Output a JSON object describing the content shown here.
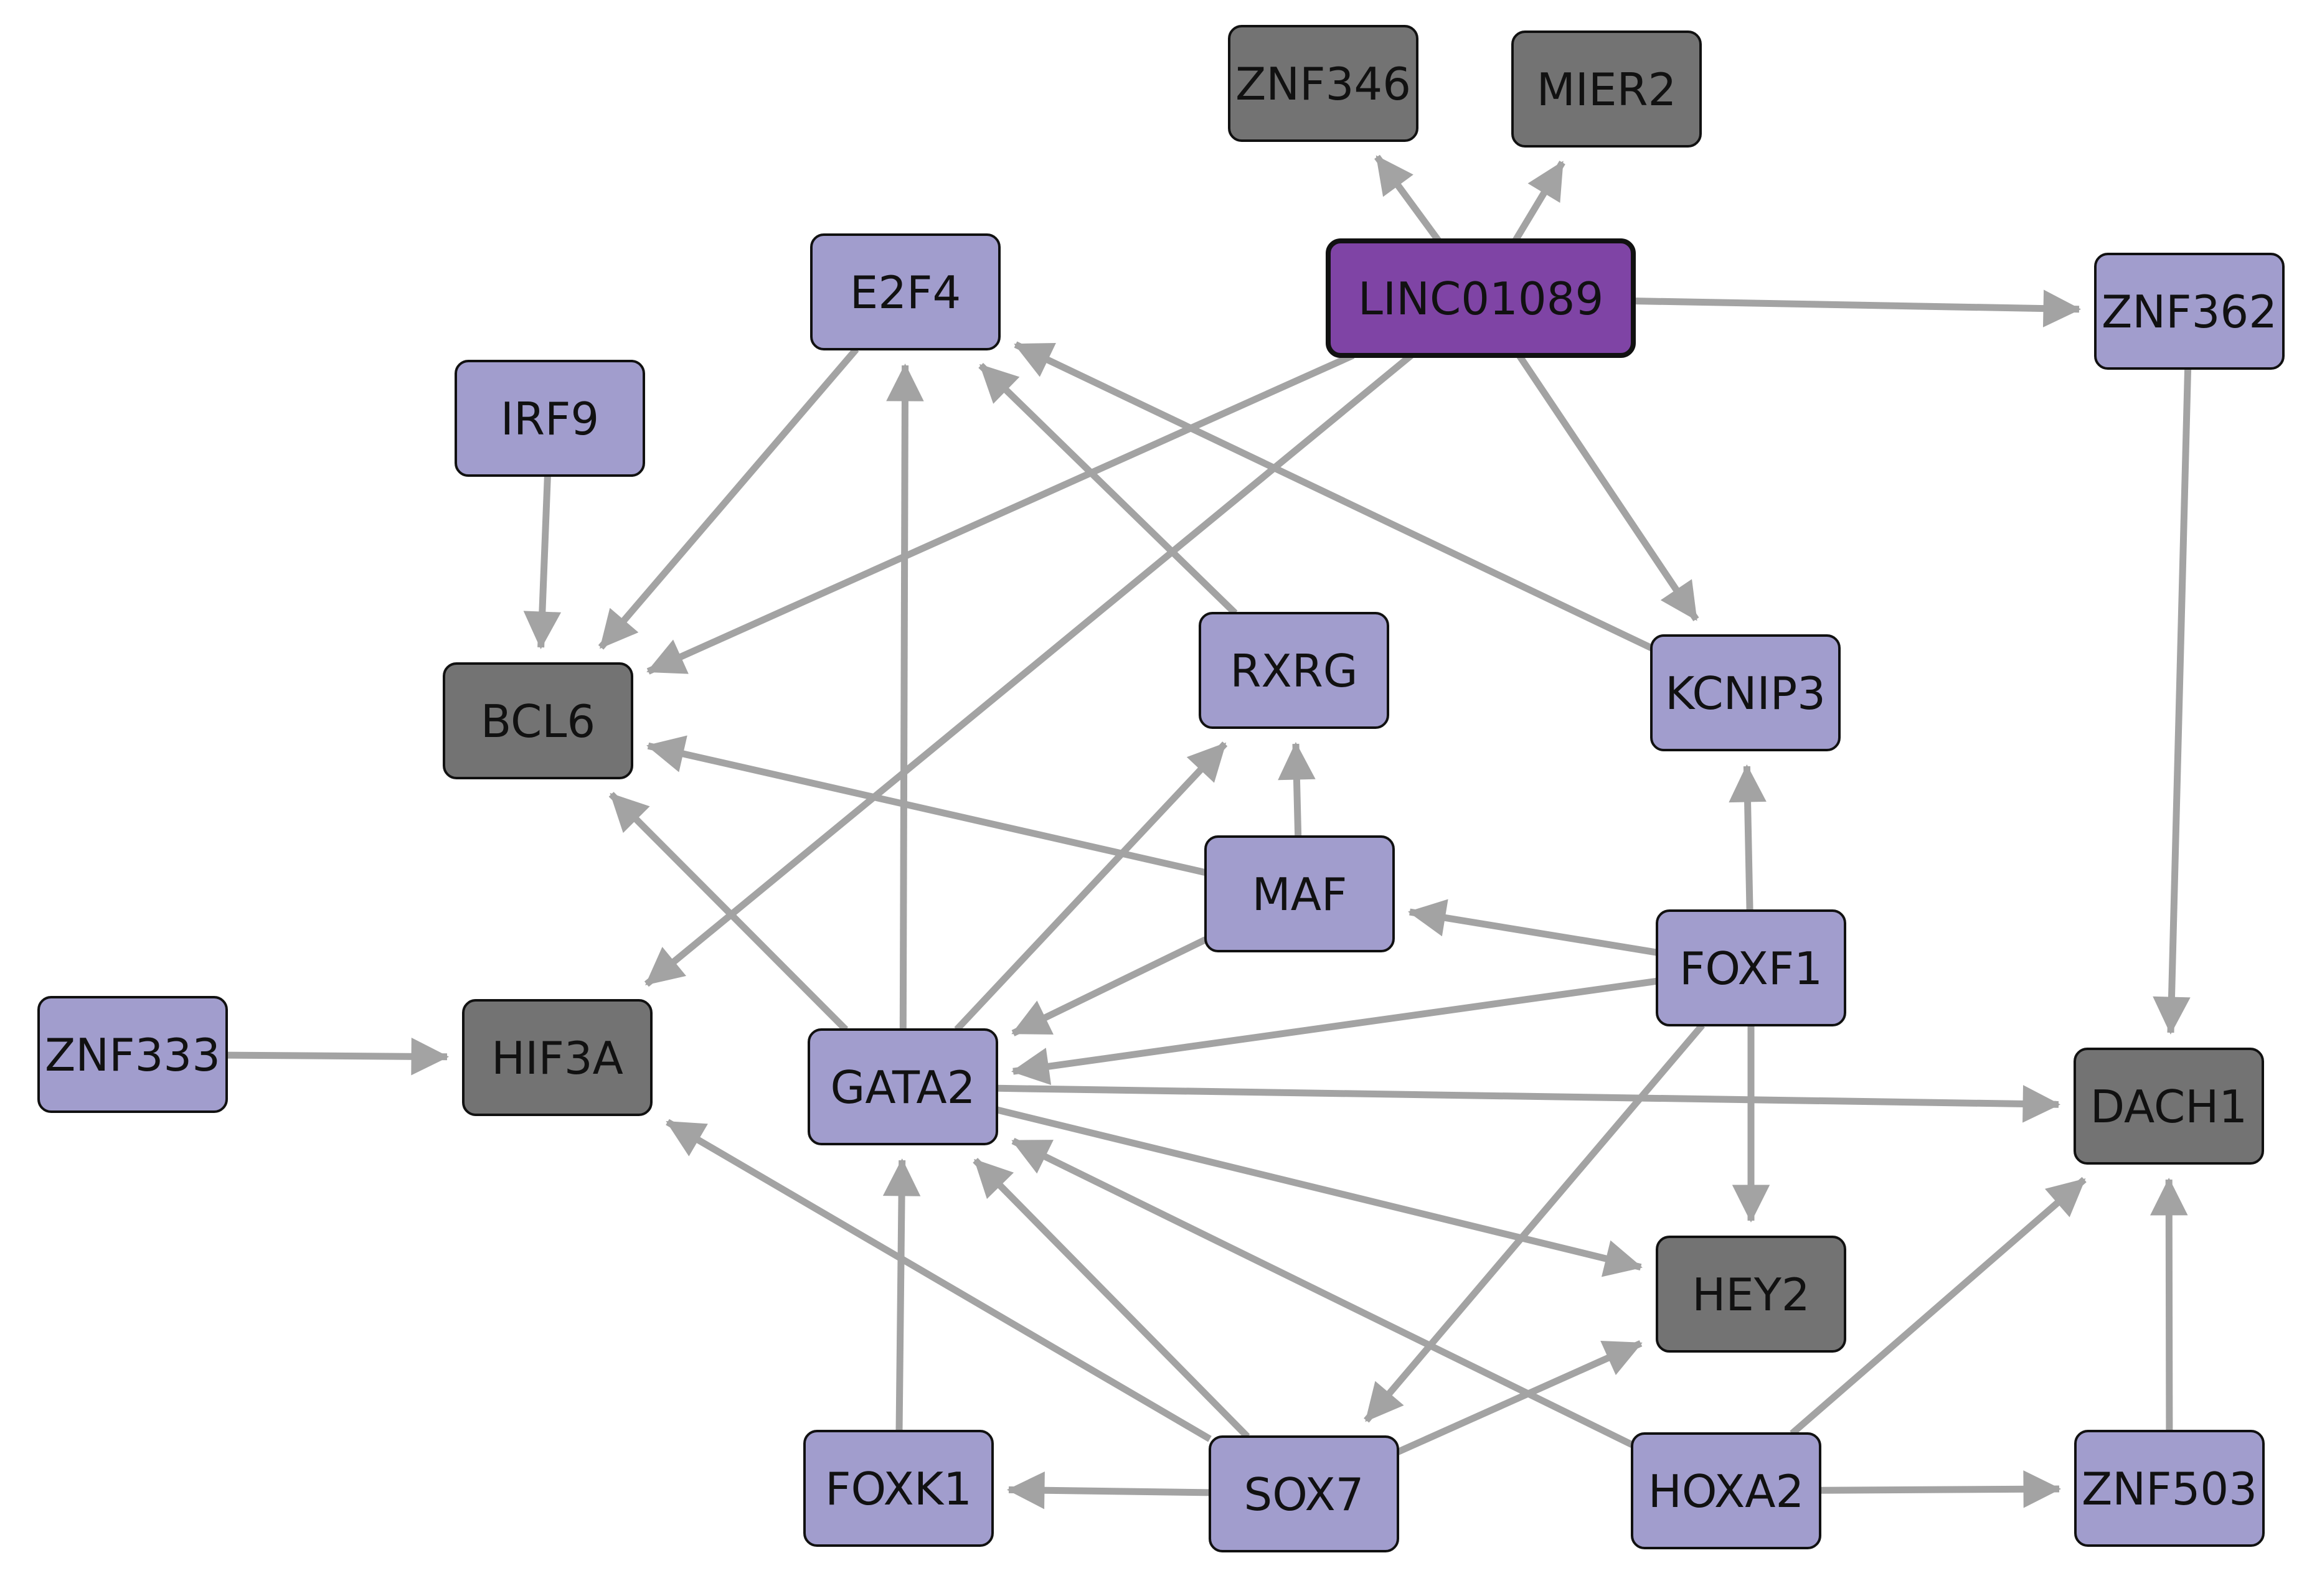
{
  "colors": {
    "tf": "#a19dcd",
    "target": "#737373",
    "lncrna": "#7f44a5",
    "edge": "#a3a3a3",
    "border": "#111111"
  },
  "nodes": [
    {
      "id": "ZNF346",
      "label": "ZNF346",
      "kind": "target"
    },
    {
      "id": "MIER2",
      "label": "MIER2",
      "kind": "target"
    },
    {
      "id": "LINC01089",
      "label": "LINC01089",
      "kind": "lncrna"
    },
    {
      "id": "E2F4",
      "label": "E2F4",
      "kind": "tf"
    },
    {
      "id": "ZNF362",
      "label": "ZNF362",
      "kind": "tf"
    },
    {
      "id": "IRF9",
      "label": "IRF9",
      "kind": "tf"
    },
    {
      "id": "BCL6",
      "label": "BCL6",
      "kind": "target"
    },
    {
      "id": "RXRG",
      "label": "RXRG",
      "kind": "tf"
    },
    {
      "id": "KCNIP3",
      "label": "KCNIP3",
      "kind": "tf"
    },
    {
      "id": "MAF",
      "label": "MAF",
      "kind": "tf"
    },
    {
      "id": "FOXF1",
      "label": "FOXF1",
      "kind": "tf"
    },
    {
      "id": "ZNF333",
      "label": "ZNF333",
      "kind": "tf"
    },
    {
      "id": "HIF3A",
      "label": "HIF3A",
      "kind": "target"
    },
    {
      "id": "GATA2",
      "label": "GATA2",
      "kind": "tf"
    },
    {
      "id": "DACH1",
      "label": "DACH1",
      "kind": "target"
    },
    {
      "id": "HEY2",
      "label": "HEY2",
      "kind": "target"
    },
    {
      "id": "FOXK1",
      "label": "FOXK1",
      "kind": "tf"
    },
    {
      "id": "SOX7",
      "label": "SOX7",
      "kind": "tf"
    },
    {
      "id": "HOXA2",
      "label": "HOXA2",
      "kind": "tf"
    },
    {
      "id": "ZNF503",
      "label": "ZNF503",
      "kind": "tf"
    }
  ],
  "edges": [
    {
      "from": "LINC01089",
      "to": "ZNF346"
    },
    {
      "from": "LINC01089",
      "to": "MIER2"
    },
    {
      "from": "LINC01089",
      "to": "ZNF362"
    },
    {
      "from": "LINC01089",
      "to": "BCL6"
    },
    {
      "from": "LINC01089",
      "to": "HIF3A"
    },
    {
      "from": "LINC01089",
      "to": "KCNIP3"
    },
    {
      "from": "E2F4",
      "to": "BCL6"
    },
    {
      "from": "IRF9",
      "to": "BCL6"
    },
    {
      "from": "KCNIP3",
      "to": "E2F4"
    },
    {
      "from": "RXRG",
      "to": "E2F4"
    },
    {
      "from": "GATA2",
      "to": "E2F4"
    },
    {
      "from": "GATA2",
      "to": "BCL6"
    },
    {
      "from": "GATA2",
      "to": "RXRG"
    },
    {
      "from": "GATA2",
      "to": "DACH1"
    },
    {
      "from": "GATA2",
      "to": "HEY2"
    },
    {
      "from": "MAF",
      "to": "BCL6"
    },
    {
      "from": "MAF",
      "to": "RXRG"
    },
    {
      "from": "MAF",
      "to": "GATA2"
    },
    {
      "from": "FOXF1",
      "to": "MAF"
    },
    {
      "from": "FOXF1",
      "to": "GATA2"
    },
    {
      "from": "FOXF1",
      "to": "KCNIP3"
    },
    {
      "from": "FOXF1",
      "to": "HEY2"
    },
    {
      "from": "FOXF1",
      "to": "SOX7"
    },
    {
      "from": "ZNF362",
      "to": "DACH1"
    },
    {
      "from": "ZNF333",
      "to": "HIF3A"
    },
    {
      "from": "SOX7",
      "to": "HIF3A"
    },
    {
      "from": "SOX7",
      "to": "GATA2"
    },
    {
      "from": "SOX7",
      "to": "FOXK1"
    },
    {
      "from": "SOX7",
      "to": "HEY2"
    },
    {
      "from": "FOXK1",
      "to": "GATA2"
    },
    {
      "from": "HOXA2",
      "to": "GATA2"
    },
    {
      "from": "HOXA2",
      "to": "DACH1"
    },
    {
      "from": "HOXA2",
      "to": "ZNF503"
    },
    {
      "from": "ZNF503",
      "to": "DACH1"
    }
  ]
}
